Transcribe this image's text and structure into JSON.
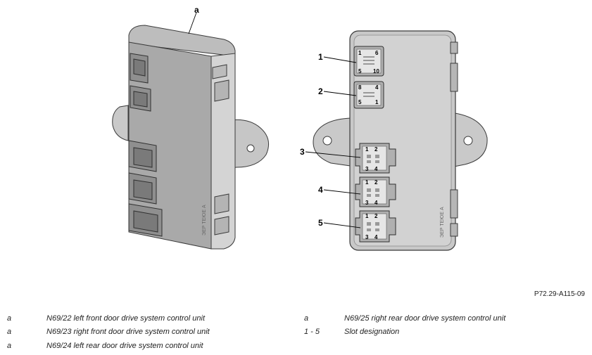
{
  "callouts": {
    "a": "a",
    "c1": "1",
    "c2": "2",
    "c3": "3",
    "c4": "4",
    "c5": "5"
  },
  "pins": {
    "s1": [
      "1",
      "6",
      "5",
      "10"
    ],
    "s2": [
      "8",
      "4",
      "5",
      "1"
    ],
    "s3": [
      "1",
      "2",
      "3",
      "4"
    ],
    "s4": [
      "1",
      "2",
      "3",
      "4"
    ],
    "s5": [
      "1",
      "2",
      "3",
      "4"
    ]
  },
  "figure_id": "P72.29-A115-09",
  "legend": {
    "left": [
      {
        "key": "a",
        "text": "N69/22 left front door drive system control unit"
      },
      {
        "key": "a",
        "text": "N69/23 right front door drive system control unit"
      },
      {
        "key": "a",
        "text": "N69/24 left rear door drive system control unit"
      }
    ],
    "right": [
      {
        "key": "a",
        "text": "N69/25 right rear door drive system control unit"
      },
      {
        "key": "1 - 5",
        "text": "Slot designation"
      }
    ]
  },
  "colors": {
    "housing_light": "#d8d8d8",
    "housing_mid": "#c2c2c2",
    "housing_dark": "#9a9a9a",
    "outline": "#3a3a3a"
  }
}
